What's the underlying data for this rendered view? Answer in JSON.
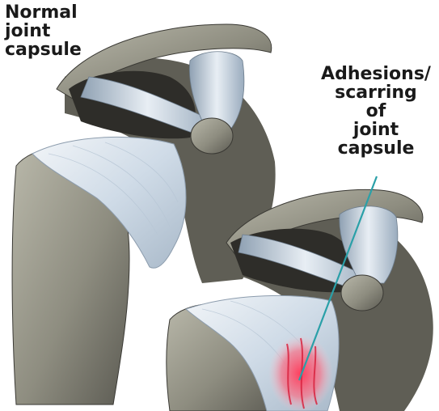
{
  "labels": {
    "normal": [
      "Normal",
      "joint",
      "capsule"
    ],
    "adhesions": [
      "Adhesions/",
      "scarring",
      "of",
      "joint",
      "capsule"
    ]
  },
  "colors": {
    "bone": "#9a9a8c",
    "bone_dark": "#3e3d38",
    "capsule": "#dde6f0",
    "scar": "#e8607a",
    "pointer": "#2aa0a8"
  }
}
